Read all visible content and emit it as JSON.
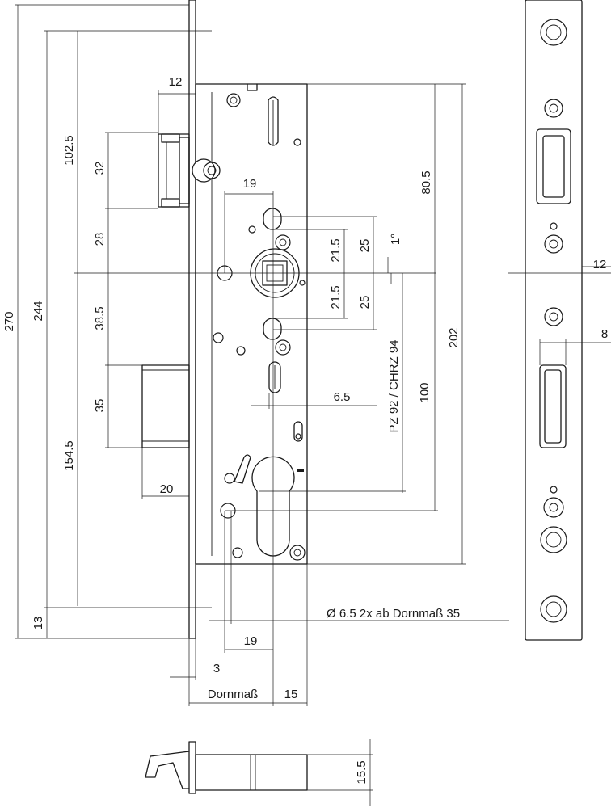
{
  "dimensions": {
    "d270": "270",
    "d244": "244",
    "d13": "13",
    "d102_5": "102.5",
    "d32": "32",
    "d28": "28",
    "d38_5": "38.5",
    "d35": "35",
    "d154_5": "154.5",
    "d20": "20",
    "d12_top": "12",
    "d19_top": "19",
    "d21_5_a": "21.5",
    "d25_a": "25",
    "d1deg": "1°",
    "d21_5_b": "21.5",
    "d25_b": "25",
    "d80_5": "80.5",
    "d202": "202",
    "d100": "100",
    "d6_5": "6.5",
    "cylinder": "PZ 92 / CHRZ 94",
    "bolt_note": "Ø 6.5  2x ab Dornmaß 35",
    "d19_bottom": "19",
    "d3": "3",
    "dornmass": "Dornmaß",
    "d15": "15",
    "d12_plate": "12",
    "d8_plate": "8",
    "d15_5": "15.5"
  }
}
